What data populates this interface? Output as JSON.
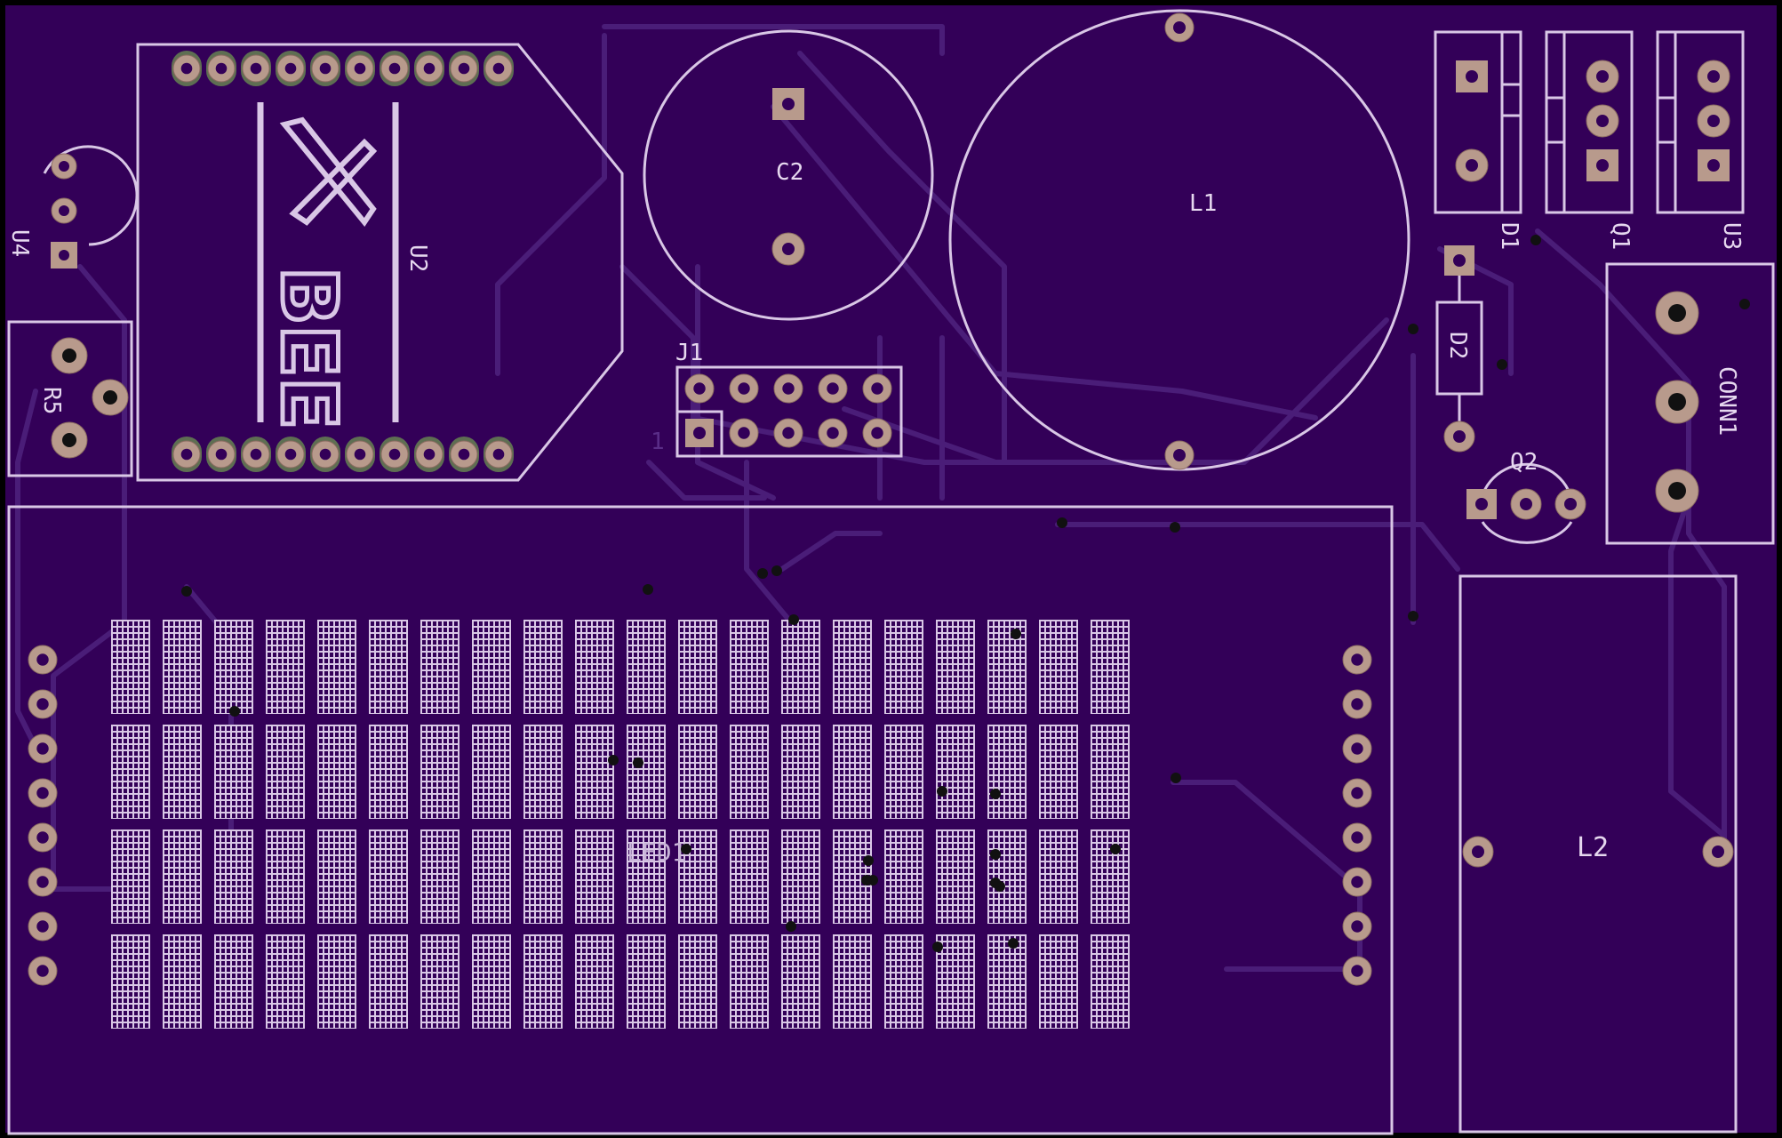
{
  "board": {
    "background_color": "#330058",
    "outline_color": "#d9c7e6",
    "pad_color": "#b89a8c",
    "trace_color": "#4a1d78"
  },
  "labels": {
    "xbee_logo_top": "X",
    "xbee_logo_bottom": "BEE",
    "u2": "U2",
    "u4": "U4",
    "r5": "R5",
    "c2": "C2",
    "l1": "L1",
    "j1": "J1",
    "j1_pin1": "1",
    "d1": "D1",
    "q1": "Q1",
    "u3": "U3",
    "d2": "D2",
    "q2": "Q2",
    "conn1": "CONN1",
    "led1": "LED1",
    "l2": "L2"
  }
}
